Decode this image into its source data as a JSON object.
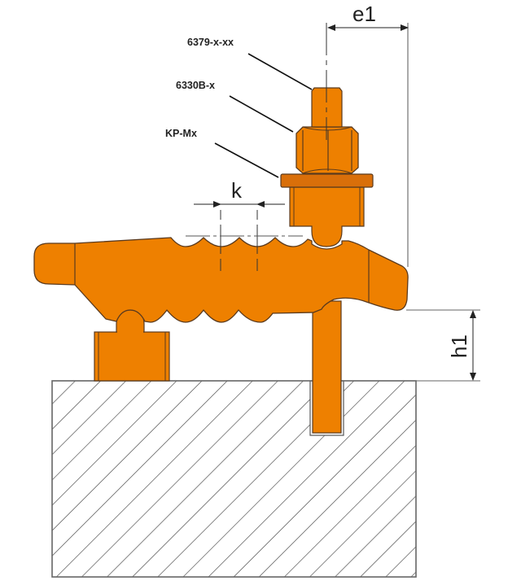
{
  "diagram": {
    "title": "Clamp lever assembly on slotted base",
    "colors": {
      "part_fill": "#EE8000",
      "part_outline": "#5a3a1e",
      "washer_fill": "#D96F0A",
      "hatch": "#444444",
      "dimension": "#333333",
      "background": "#ffffff"
    },
    "part_labels": [
      {
        "id": "stud",
        "text": "6379-x-xx"
      },
      {
        "id": "nut",
        "text": "6330B-x"
      },
      {
        "id": "washer",
        "text": "KP-Mx"
      }
    ],
    "dimensions": {
      "e1": "e1",
      "k": "k",
      "h1": "h1"
    },
    "components": [
      "threaded stud",
      "hex nut",
      "spherical washer",
      "serrated clamp lever",
      "support pedestal",
      "T-bolt",
      "hatched base block with slot"
    ]
  }
}
